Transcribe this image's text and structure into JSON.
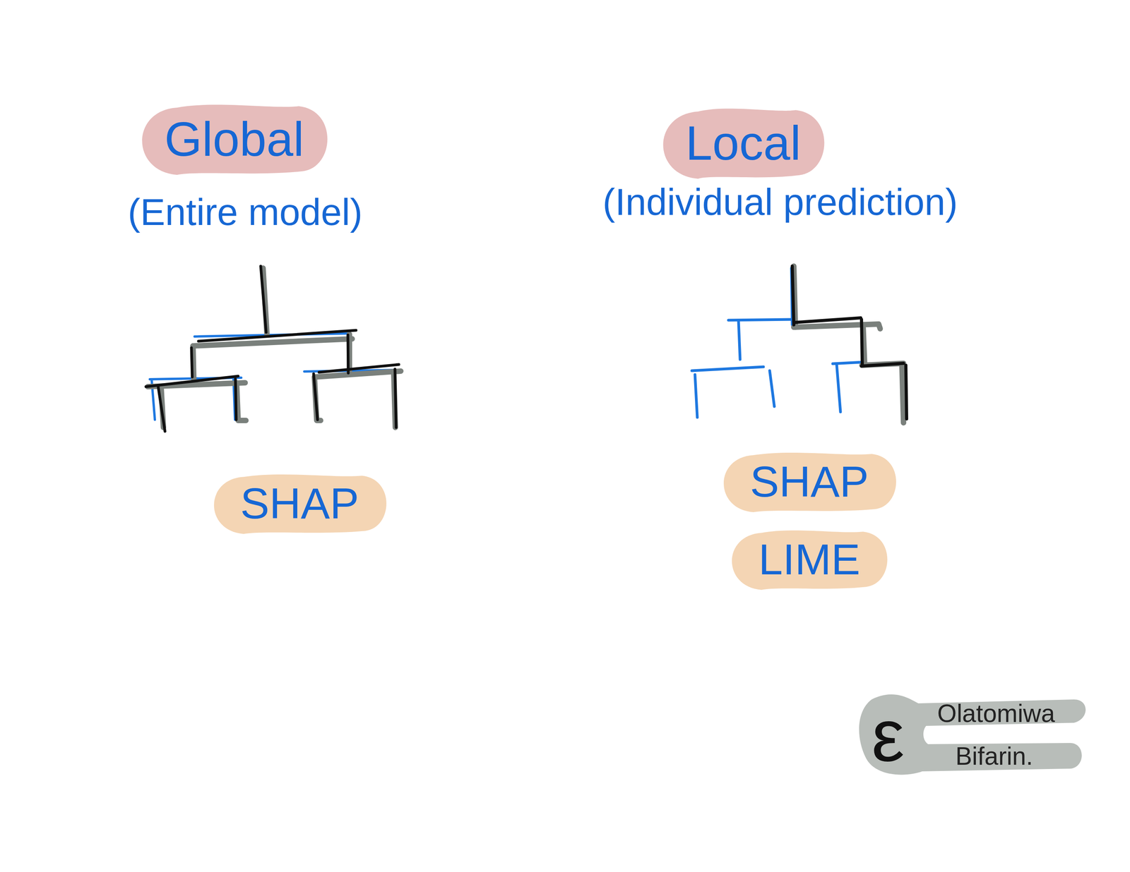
{
  "diagram": {
    "nodes": [
      {
        "text": [
          "Global"
        ]
      },
      {
        "text": [
          "SHAP"
        ]
      },
      {
        "text": [
          "Local"
        ]
      },
      {
        "text": [
          "SHAP"
        ]
      },
      {
        "text": [
          "LIME"
        ]
      }
    ],
    "labels": [
      "(Entire model)",
      "(Individual prediction)",
      "ε",
      "Olatomiwa",
      "Bifarin."
    ]
  }
}
